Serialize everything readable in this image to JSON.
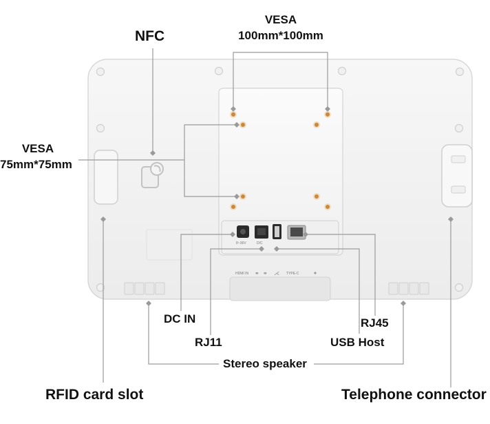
{
  "diagram": {
    "labels": {
      "nfc": "NFC",
      "vesa_100_line1": "VESA",
      "vesa_100_line2": "100mm*100mm",
      "vesa_75_line1": "VESA",
      "vesa_75_line2": "75mm*75mm",
      "dc_in": "DC IN",
      "rj11": "RJ11",
      "usb_host": "USB Host",
      "rj45": "RJ45",
      "stereo_speaker": "Stereo speaker",
      "rfid_card_slot": "RFID card slot",
      "telephone_connector": "Telephone connector"
    },
    "port_markings": {
      "dc": "8~36V",
      "rj11": "D/C",
      "hdmi_in": "HDMI IN",
      "type_c": "TYPE-C"
    },
    "colors": {
      "device_body": "#f3f3f3",
      "device_edge": "#d6d6d6",
      "vesa_screw": "#c8893e",
      "leader_line": "#9a9a9a",
      "label_text": "#111111"
    }
  }
}
